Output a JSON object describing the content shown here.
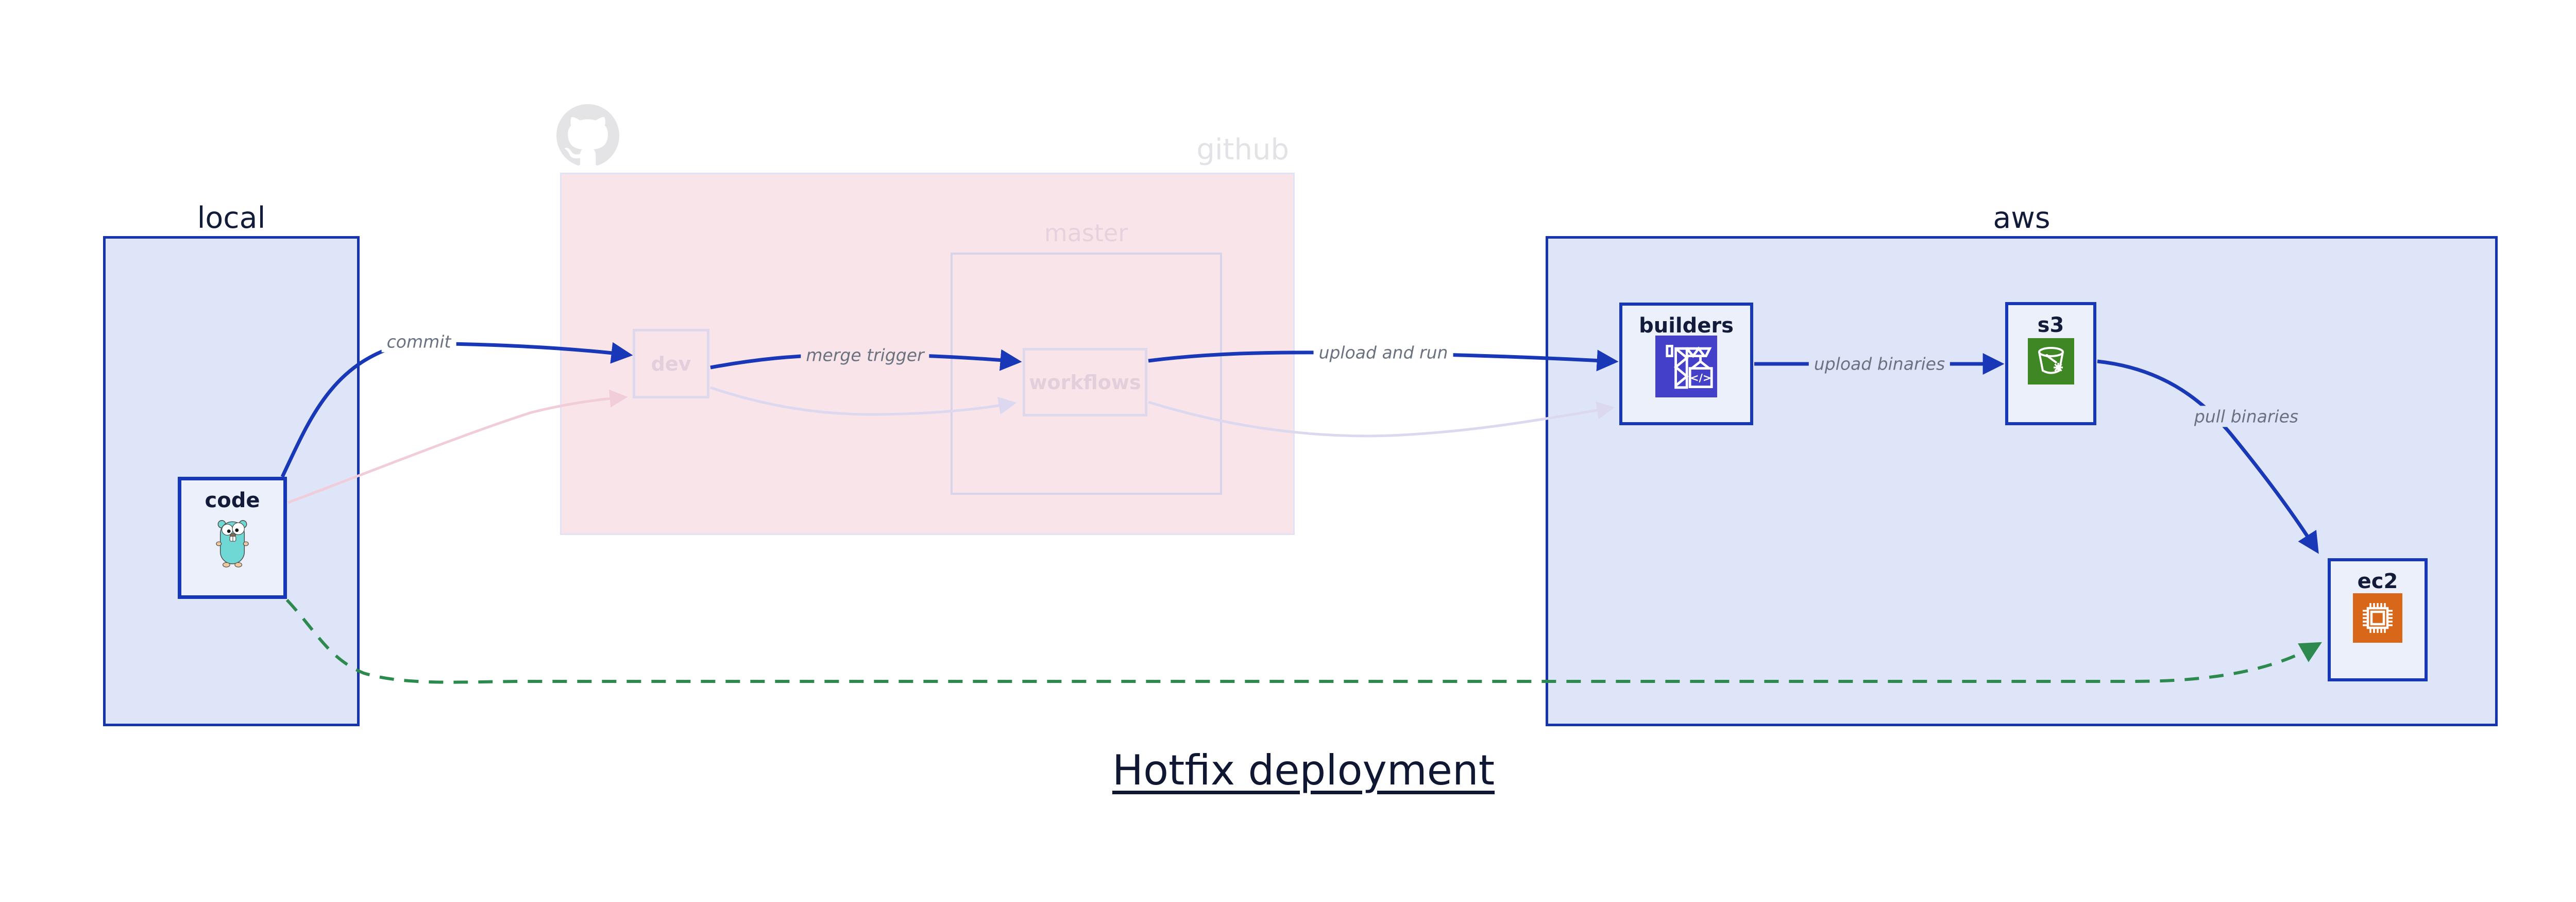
{
  "title": "Hotfix deployment",
  "groups": {
    "local": {
      "label": "local"
    },
    "github": {
      "label": "github",
      "master_label": "master"
    },
    "aws": {
      "label": "aws"
    }
  },
  "nodes": {
    "code": {
      "label": "code",
      "icon": "go-gopher-icon"
    },
    "dev": {
      "label": "dev"
    },
    "workflows": {
      "label": "workflows"
    },
    "builders": {
      "label": "builders",
      "icon": "aws-codebuild-icon"
    },
    "s3": {
      "label": "s3",
      "icon": "aws-s3-glacier-icon"
    },
    "ec2": {
      "label": "ec2",
      "icon": "aws-ec2-icon"
    }
  },
  "edges": {
    "commit": "commit",
    "merge_trigger": "merge trigger",
    "upload_and_run": "upload and run",
    "upload_binaries": "upload binaries",
    "pull_binaries": "pull binaries"
  },
  "colors": {
    "group_fill": "#dfe5f8",
    "group_border": "#1634ad",
    "node_fill": "#ecf0fb",
    "node_border": "#1537b8",
    "github_lane_fill": "#f9e4e9",
    "faded_border": "#ddd8ec",
    "faded_text": "#e2cfdb",
    "edge_blue": "#1838b8",
    "edge_green_dashed": "#2d8a4e",
    "edge_faded_pink": "#f0cdd9",
    "edge_faded_lavender": "#dcd8ef",
    "edge_label_gray": "#6a7280",
    "title_color": "#101733",
    "github_watermark": "#e4e2e6",
    "codebuild_tile": "#4540c9",
    "s3_tile": "#3f8624",
    "ec2_tile": "#d8671a",
    "gopher_body": "#6fd7d4"
  }
}
